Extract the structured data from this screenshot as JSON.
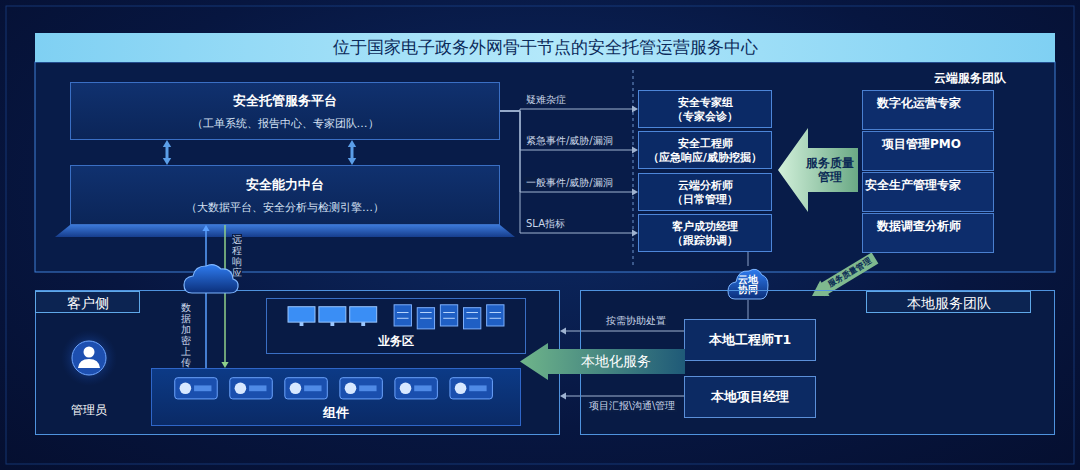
{
  "diagram": {
    "title": "位于国家电子政务外网骨干节点的安全托管运营服务中心",
    "nodes": [
      {
        "text": [
          "安全托管服务平台",
          "（工单系统、报告中心、专家团队…）"
        ]
      },
      {
        "text": [
          "安全能力中台",
          "（大数据平台、安全分析与检测引擎…）"
        ]
      },
      {
        "text": [
          "安全专家组",
          "（专家会诊）"
        ]
      },
      {
        "text": [
          "安全工程师",
          "（应急响应/威胁挖掘）"
        ]
      },
      {
        "text": [
          "云端分析师",
          "（日常管理）"
        ]
      },
      {
        "text": [
          "客户成功经理",
          "（跟踪协调）"
        ]
      },
      {
        "text": [
          "服务质量管理"
        ]
      },
      {
        "text": [
          "云端服务团队"
        ]
      },
      {
        "text": [
          "数字化运营专家"
        ],
        "in": 7
      },
      {
        "text": [
          "项目管理PMO"
        ],
        "in": 7
      },
      {
        "text": [
          "安全生产管理专家"
        ],
        "in": 7
      },
      {
        "text": [
          "数据调查分析师"
        ],
        "in": 7
      },
      {
        "text": [
          "云地协同"
        ]
      },
      {
        "text": [
          "客户侧"
        ]
      },
      {
        "text": [
          "管理员"
        ],
        "in": 13
      },
      {
        "text": [
          "业务区"
        ],
        "in": 13
      },
      {
        "text": [
          "组件"
        ],
        "in": 13
      },
      {
        "text": [
          "本地服务团队"
        ]
      },
      {
        "text": [
          "本地工程师T1"
        ],
        "in": 17
      },
      {
        "text": [
          "本地项目经理"
        ],
        "in": 17
      },
      {
        "text": [
          "本地化服务"
        ]
      }
    ],
    "edges": [
      {
        "from": 0,
        "to": 1,
        "arrow": "both"
      },
      {
        "from": 0,
        "to": 1,
        "arrow": "both"
      },
      {
        "from": 0,
        "to": 2,
        "label": "疑难杂症",
        "arrow": "to"
      },
      {
        "from": 0,
        "to": 3,
        "label": "紧急事件/威胁/漏洞",
        "arrow": "to"
      },
      {
        "from": 0,
        "to": 4,
        "label": "一般事件/威胁/漏洞",
        "arrow": "to"
      },
      {
        "from": 0,
        "to": 5,
        "label": "SLA指标",
        "arrow": "to"
      },
      {
        "from": 16,
        "to": 1,
        "label": "数据加密上传",
        "arrow": "to"
      },
      {
        "from": 1,
        "to": 16,
        "label": "远程响应",
        "arrow": "to"
      },
      {
        "from": 7,
        "to": 17,
        "label": "服务质量管理",
        "arrow": "to"
      },
      {
        "from": 5,
        "to": 12,
        "arrow": "none"
      },
      {
        "from": 12,
        "to": 18,
        "arrow": "none"
      },
      {
        "from": 18,
        "to": 13,
        "label": "按需协助处置",
        "arrow": "to"
      },
      {
        "from": 19,
        "to": 13,
        "label": "项目汇报\\沟通\\管理",
        "arrow": "to"
      }
    ]
  }
}
